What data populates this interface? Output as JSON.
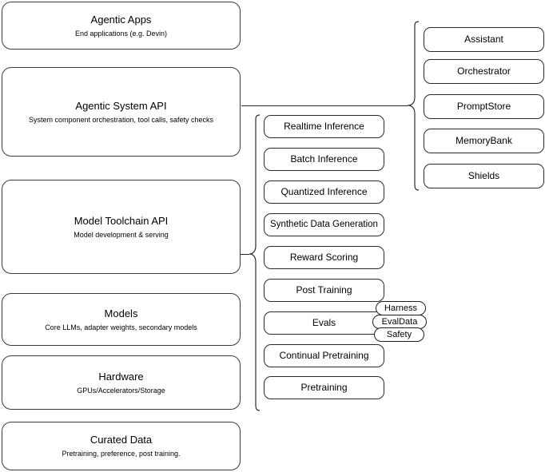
{
  "diagram": {
    "title": "AI Stack Layers Diagram",
    "stroke_color": "#2b2b2b",
    "background_color": "#ffffff"
  },
  "stack_layers": [
    {
      "id": "agentic-apps",
      "title": "Agentic Apps",
      "subtitle": "End applications (e.g. Devin)"
    },
    {
      "id": "agentic-system-api",
      "title": "Agentic System API",
      "subtitle": "System component orchestration, tool calls, safety checks"
    },
    {
      "id": "model-toolchain-api",
      "title": "Model Toolchain API",
      "subtitle": "Model development & serving"
    },
    {
      "id": "models",
      "title": "Models",
      "subtitle": "Core LLMs, adapter weights, secondary models"
    },
    {
      "id": "hardware",
      "title": "Hardware",
      "subtitle": "GPUs/Accelerators/Storage"
    },
    {
      "id": "curated-data",
      "title": "Curated Data",
      "subtitle": "Pretraining, preference, post training."
    }
  ],
  "toolchain_items": [
    {
      "id": "realtime-inference",
      "label": "Realtime Inference"
    },
    {
      "id": "batch-inference",
      "label": "Batch Inference"
    },
    {
      "id": "quantized-inference",
      "label": "Quantized Inference"
    },
    {
      "id": "synthetic-data-generation",
      "label": "Synthetic Data Generation"
    },
    {
      "id": "reward-scoring",
      "label": "Reward Scoring"
    },
    {
      "id": "post-training",
      "label": "Post Training"
    },
    {
      "id": "evals",
      "label": "Evals"
    },
    {
      "id": "continual-pretraining",
      "label": "Continual Pretraining"
    },
    {
      "id": "pretraining",
      "label": "Pretraining"
    }
  ],
  "evals_pills": [
    {
      "id": "harness",
      "label": "Harness"
    },
    {
      "id": "evaldata",
      "label": "EvalData"
    },
    {
      "id": "safety",
      "label": "Safety"
    }
  ],
  "system_components": [
    {
      "id": "assistant",
      "label": "Assistant"
    },
    {
      "id": "orchestrator",
      "label": "Orchestrator"
    },
    {
      "id": "promptstore",
      "label": "PromptStore"
    },
    {
      "id": "memorybank",
      "label": "MemoryBank"
    },
    {
      "id": "shields",
      "label": "Shields"
    }
  ]
}
